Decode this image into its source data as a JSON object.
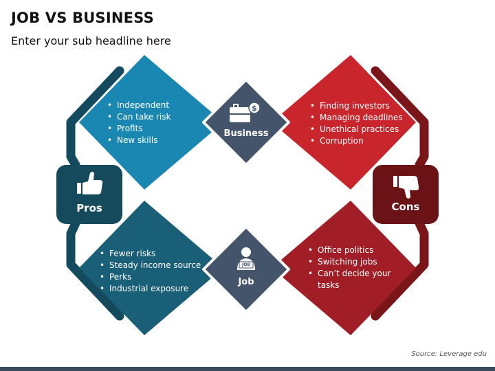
{
  "header": {
    "title": "JOB VS BUSINESS",
    "subtitle": "Enter your sub headline here"
  },
  "pros": {
    "label": "Pros",
    "business_items": [
      "Independent",
      "Can take risk",
      "Profits",
      "New skills"
    ],
    "job_items": [
      "Fewer risks",
      "Steady income source",
      "Perks",
      "Industrial exposure"
    ]
  },
  "cons": {
    "label": "Cons",
    "business_items": [
      "Finding investors",
      "Managing deadlines",
      "Unethical practices",
      "Corruption"
    ],
    "job_items": [
      "Office politics",
      "Switching jobs",
      "Can’t decide your tasks"
    ]
  },
  "center": {
    "business_label": "Business",
    "job_label": "Job",
    "job_badge": "JOB"
  },
  "footer": {
    "source": "Source: Leverage edu"
  },
  "icons": {
    "pros": "thumbs-up-icon",
    "cons": "thumbs-down-icon",
    "business": "briefcase-dollar-icon",
    "job": "person-job-sign-icon"
  },
  "colors": {
    "pros_top": "#1a87b3",
    "pros_bottom": "#1a5f78",
    "pros_bracket": "#134a5e",
    "pros_box": "#154a5c",
    "cons_top": "#c9252c",
    "cons_bottom": "#a11e27",
    "cons_bracket": "#7a1519",
    "cons_box": "#6b1216",
    "center": "#44546a"
  }
}
